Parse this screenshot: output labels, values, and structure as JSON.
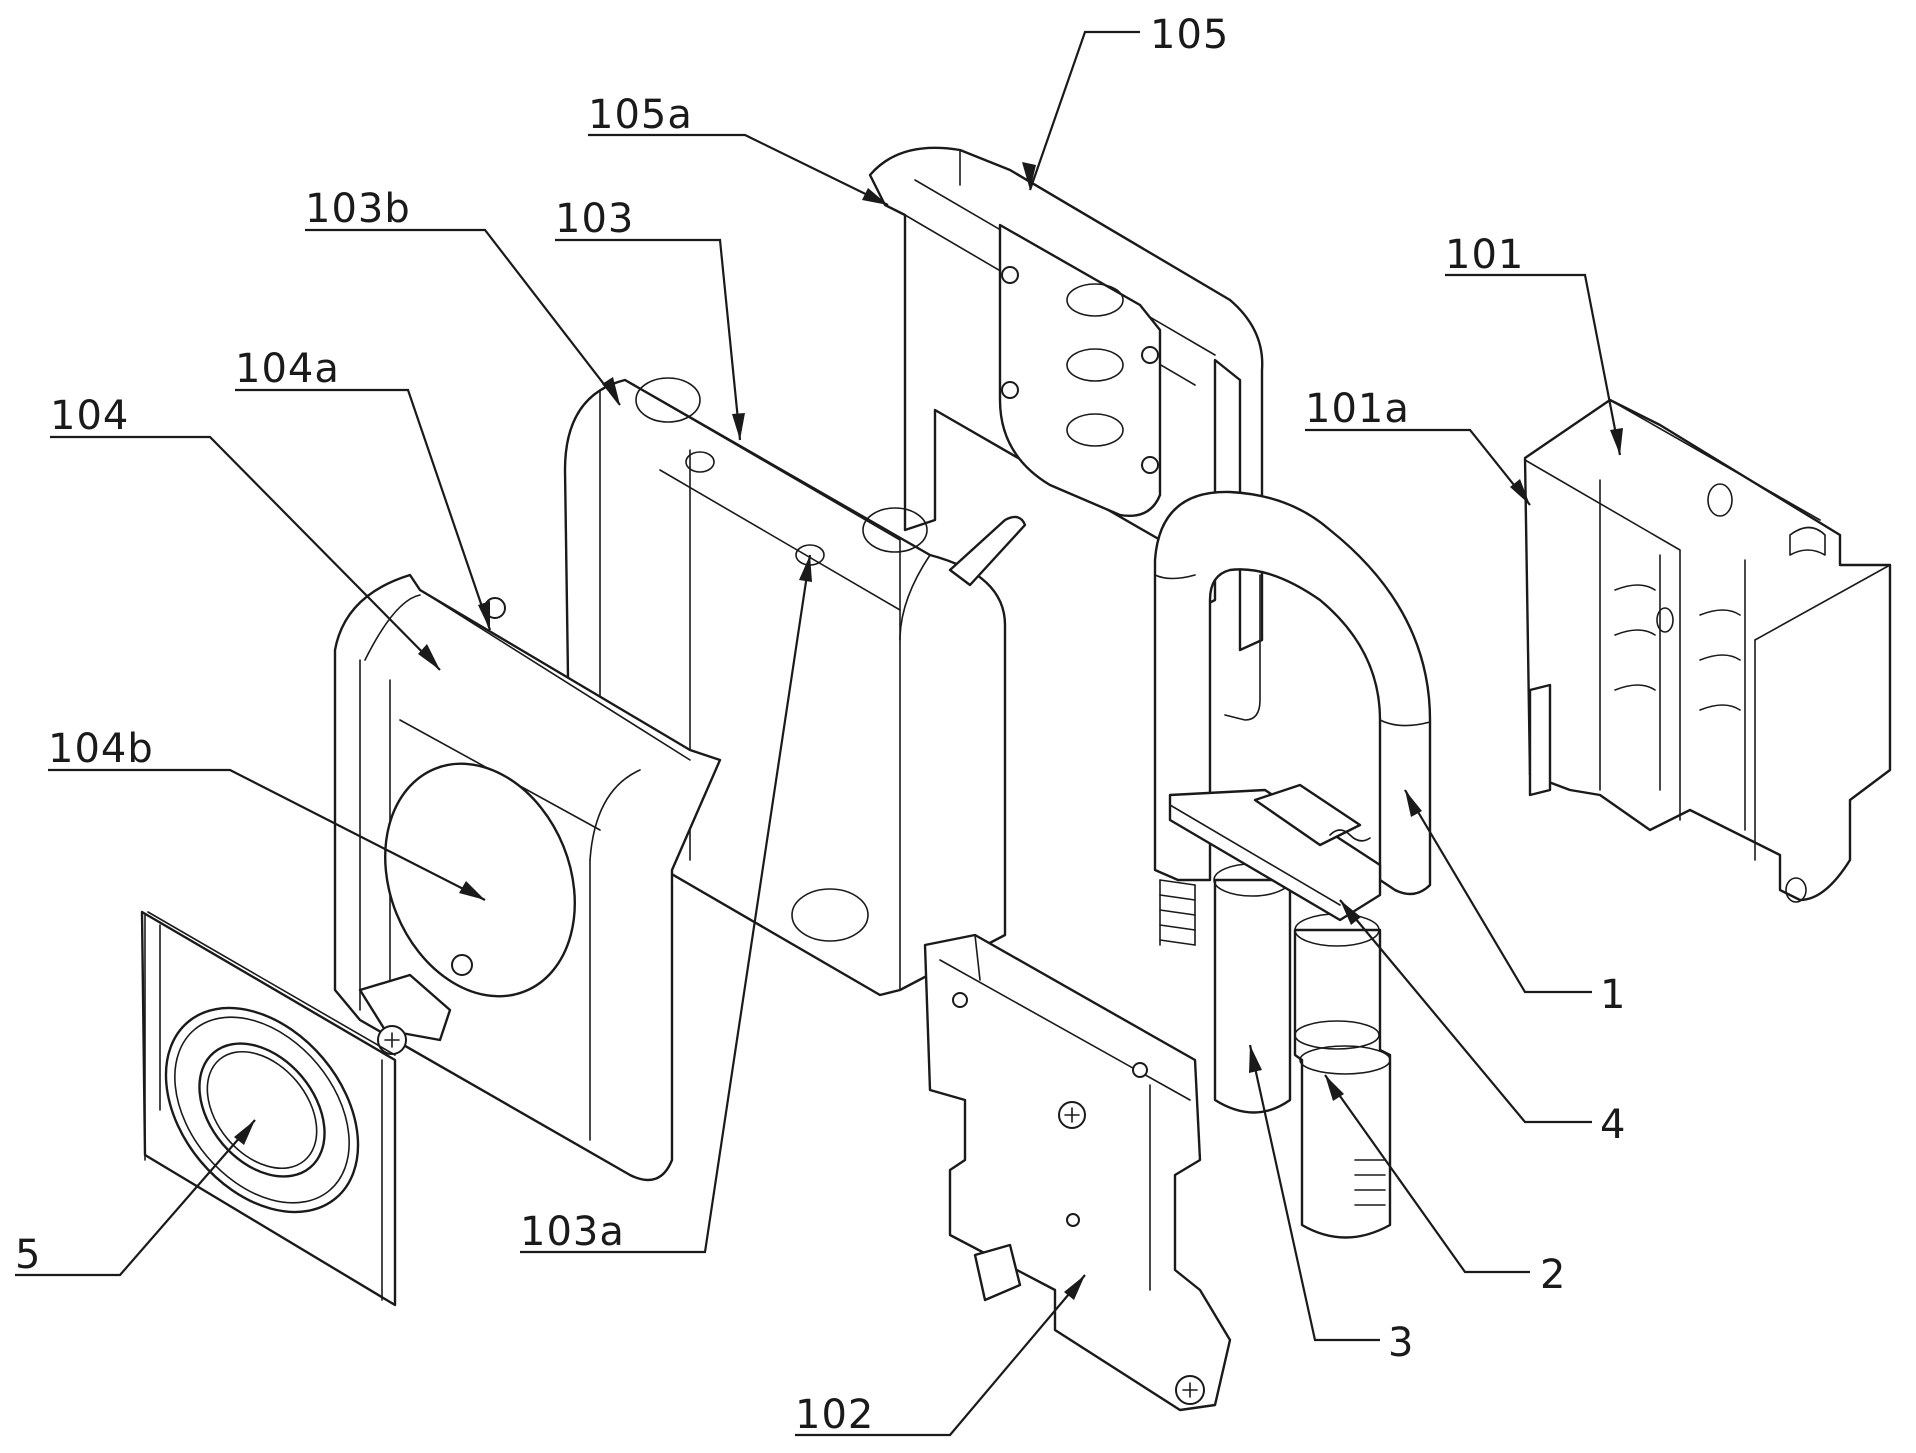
{
  "figure": {
    "type": "exploded-view technical drawing",
    "line_color": "#1a1a1a",
    "background_color": "#ffffff"
  },
  "callouts": [
    {
      "id": "105",
      "text": "105",
      "part": "rear-cover"
    },
    {
      "id": "105a",
      "text": "105a",
      "part": "rear-cover-hook"
    },
    {
      "id": "103b",
      "text": "103b",
      "part": "frame-notch"
    },
    {
      "id": "103",
      "text": "103",
      "part": "mounting-frame"
    },
    {
      "id": "104a",
      "text": "104a",
      "part": "front-cover-boss"
    },
    {
      "id": "104",
      "text": "104",
      "part": "front-cover"
    },
    {
      "id": "104b",
      "text": "104b",
      "part": "front-cover-recess"
    },
    {
      "id": "5",
      "text": "5",
      "part": "knob-panel"
    },
    {
      "id": "103a",
      "text": "103a",
      "part": "frame-screw-hole"
    },
    {
      "id": "102",
      "text": "102",
      "part": "base-plate"
    },
    {
      "id": "101",
      "text": "101",
      "part": "lock-module"
    },
    {
      "id": "101a",
      "text": "101a",
      "part": "lock-module-tab"
    },
    {
      "id": "1",
      "text": "1",
      "part": "shackle"
    },
    {
      "id": "4",
      "text": "4",
      "part": "latch-slider"
    },
    {
      "id": "2",
      "text": "2",
      "part": "threaded-cylinder"
    },
    {
      "id": "3",
      "text": "3",
      "part": "plain-cylinder"
    }
  ]
}
